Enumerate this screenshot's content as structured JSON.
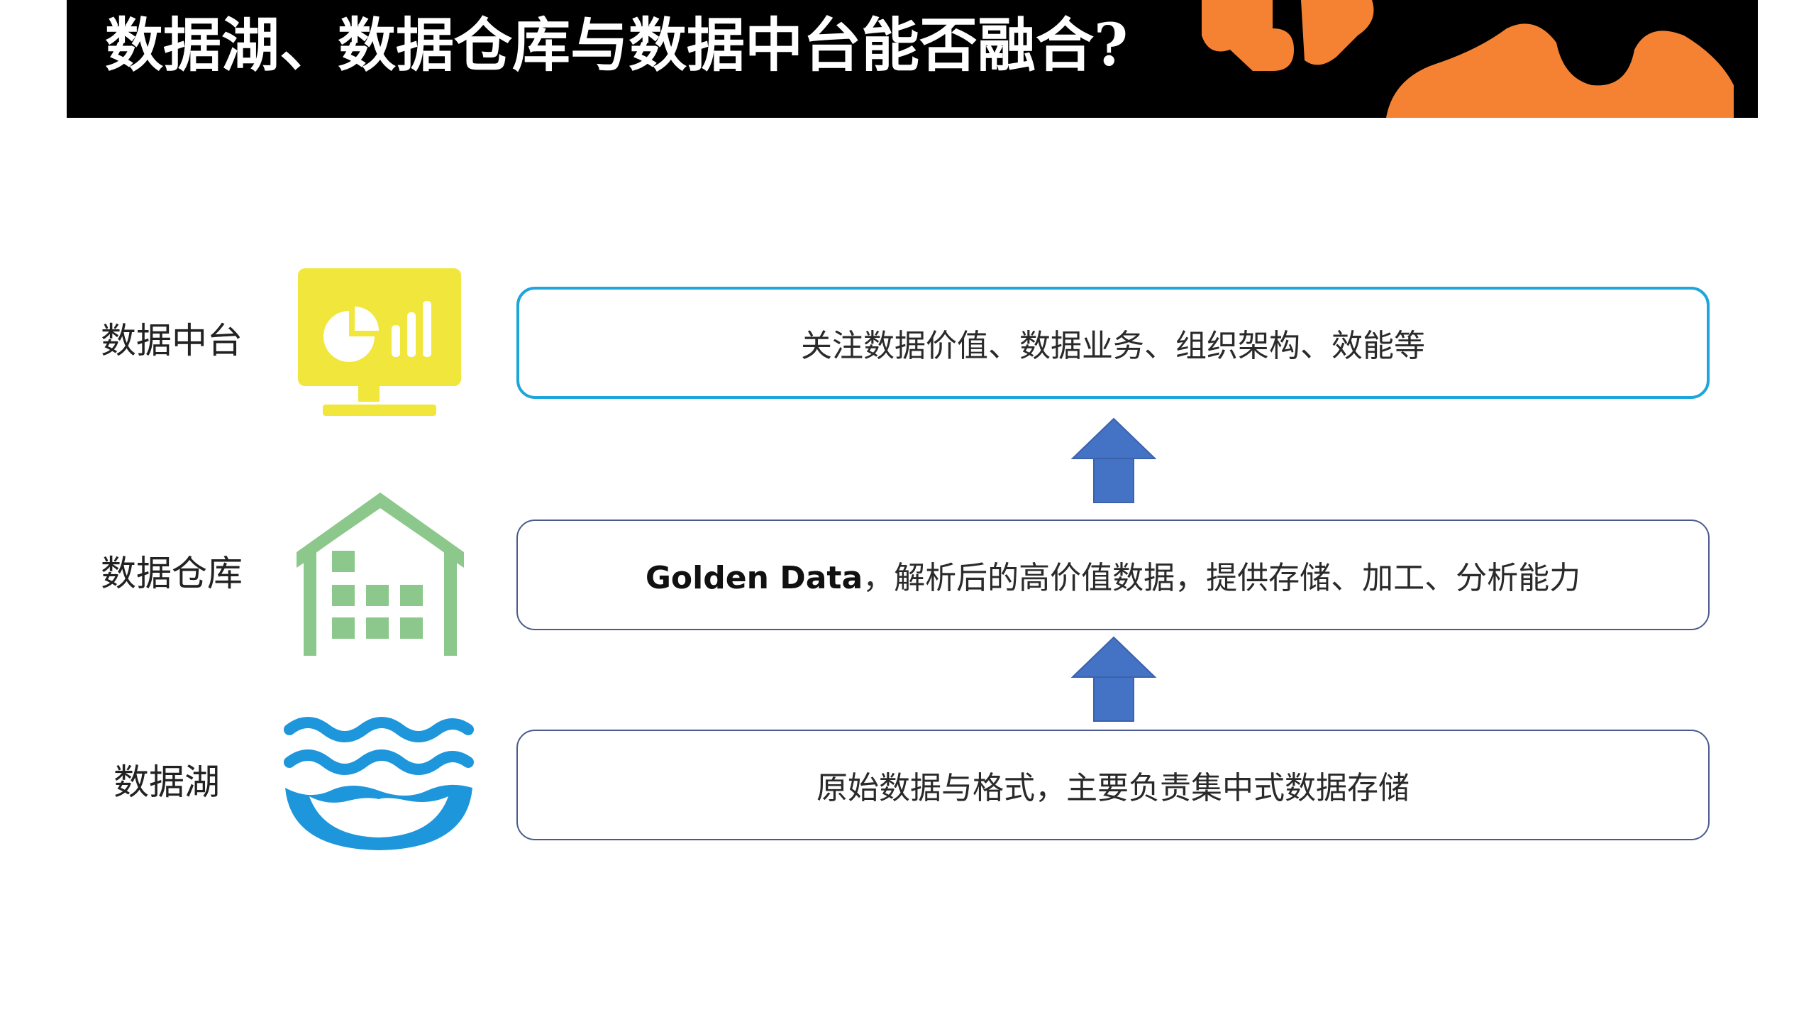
{
  "header": {
    "title": "数据湖、数据仓库与数据中台能否融合?"
  },
  "colors": {
    "header_bg": "#000000",
    "accent_orange": "#F58232",
    "middle_platform_icon": "#F0E63C",
    "warehouse_icon": "#8CC88C",
    "lake_icon": "#1E96DC",
    "top_box_border": "#1EA5DC",
    "box_border": "#4A5A8C",
    "arrow": "#4472C4"
  },
  "rows": [
    {
      "label": "数据中台",
      "icon": "dashboard-monitor-icon",
      "description": "关注数据价值、数据业务、组织架构、效能等"
    },
    {
      "label": "数据仓库",
      "icon": "warehouse-icon",
      "description_strong": "Golden Data",
      "description": "，解析后的高价值数据，提供存储、加工、分析能力"
    },
    {
      "label": "数据湖",
      "icon": "lake-waves-icon",
      "description": "原始数据与格式，主要负责集中式数据存储"
    }
  ],
  "arrows": [
    "arrow-up-icon",
    "arrow-up-icon"
  ]
}
